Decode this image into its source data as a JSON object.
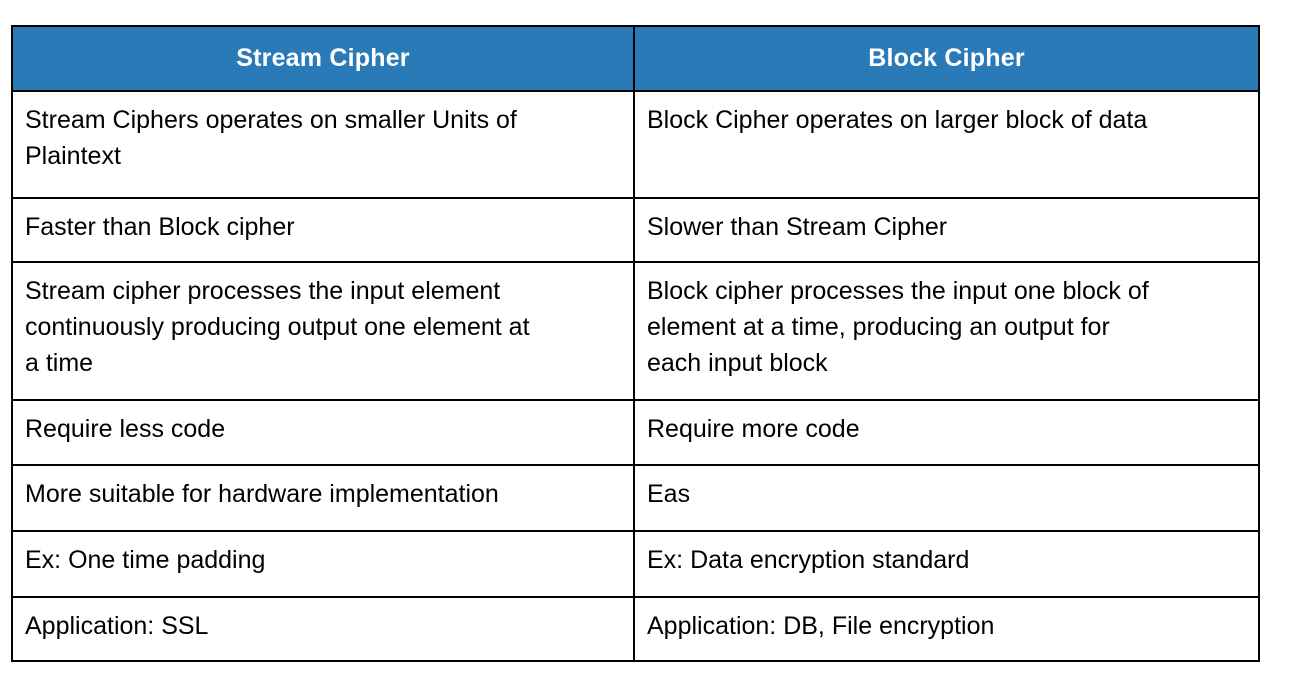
{
  "colors": {
    "header_bg": "#2b7ab8",
    "header_text": "#ffffff",
    "border": "#000000",
    "body_bg": "#ffffff",
    "body_text": "#000000"
  },
  "table": {
    "columns": [
      {
        "label": "Stream Cipher"
      },
      {
        "label": "Block Cipher"
      }
    ],
    "rows": [
      [
        "Stream Ciphers operates on smaller Units of\nPlaintext",
        "Block Cipher operates on larger block of data"
      ],
      [
        "Faster than Block cipher",
        "Slower than Stream Cipher"
      ],
      [
        "Stream cipher processes the input element\ncontinuously producing output one element at\na time",
        "Block cipher processes the input one block of\nelement at a time, producing an output for\neach input block"
      ],
      [
        "Require less code",
        "Require more code"
      ],
      [
        "More suitable for hardware implementation",
        "Eas"
      ],
      [
        "Ex: One time padding",
        "Ex: Data encryption standard"
      ],
      [
        "Application: SSL",
        "Application: DB, File encryption"
      ]
    ]
  }
}
